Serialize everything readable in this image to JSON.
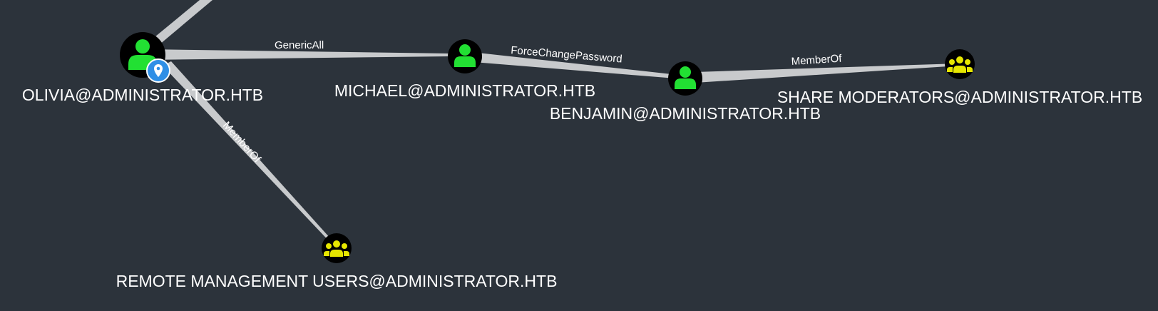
{
  "theme": {
    "background": "#2c333b",
    "edge_color": "#c8cacc",
    "user_node_fill": "#000000",
    "user_icon_color": "#22e033",
    "group_node_fill": "#000000",
    "group_icon_color": "#e6e600",
    "owned_badge_color": "#2f8fe6",
    "label_color": "#ffffff"
  },
  "nodes": [
    {
      "id": "olivia",
      "type": "user",
      "label": "OLIVIA@ADMINISTRATOR.HTB",
      "owned": true,
      "icon": "user-icon"
    },
    {
      "id": "michael",
      "type": "user",
      "label": "MICHAEL@ADMINISTRATOR.HTB",
      "owned": false,
      "icon": "user-icon"
    },
    {
      "id": "benjamin",
      "type": "user",
      "label": "BENJAMIN@ADMINISTRATOR.HTB",
      "owned": false,
      "icon": "user-icon"
    },
    {
      "id": "share_moderators",
      "type": "group",
      "label": "SHARE MODERATORS@ADMINISTRATOR.HTB",
      "owned": false,
      "icon": "group-icon"
    },
    {
      "id": "remote_management",
      "type": "group",
      "label": "REMOTE MANAGEMENT USERS@ADMINISTRATOR.HTB",
      "owned": false,
      "icon": "group-icon"
    }
  ],
  "edges": [
    {
      "id": "e1",
      "from": "olivia",
      "to": "michael",
      "label": "GenericAll"
    },
    {
      "id": "e2",
      "from": "michael",
      "to": "benjamin",
      "label": "ForceChangePassword"
    },
    {
      "id": "e3",
      "from": "benjamin",
      "to": "share_moderators",
      "label": "MemberOf"
    },
    {
      "id": "e4",
      "from": "olivia",
      "to": "remote_management",
      "label": "MemberOf"
    },
    {
      "id": "e5",
      "from": "olivia",
      "to": "offscreen",
      "label": ""
    }
  ]
}
